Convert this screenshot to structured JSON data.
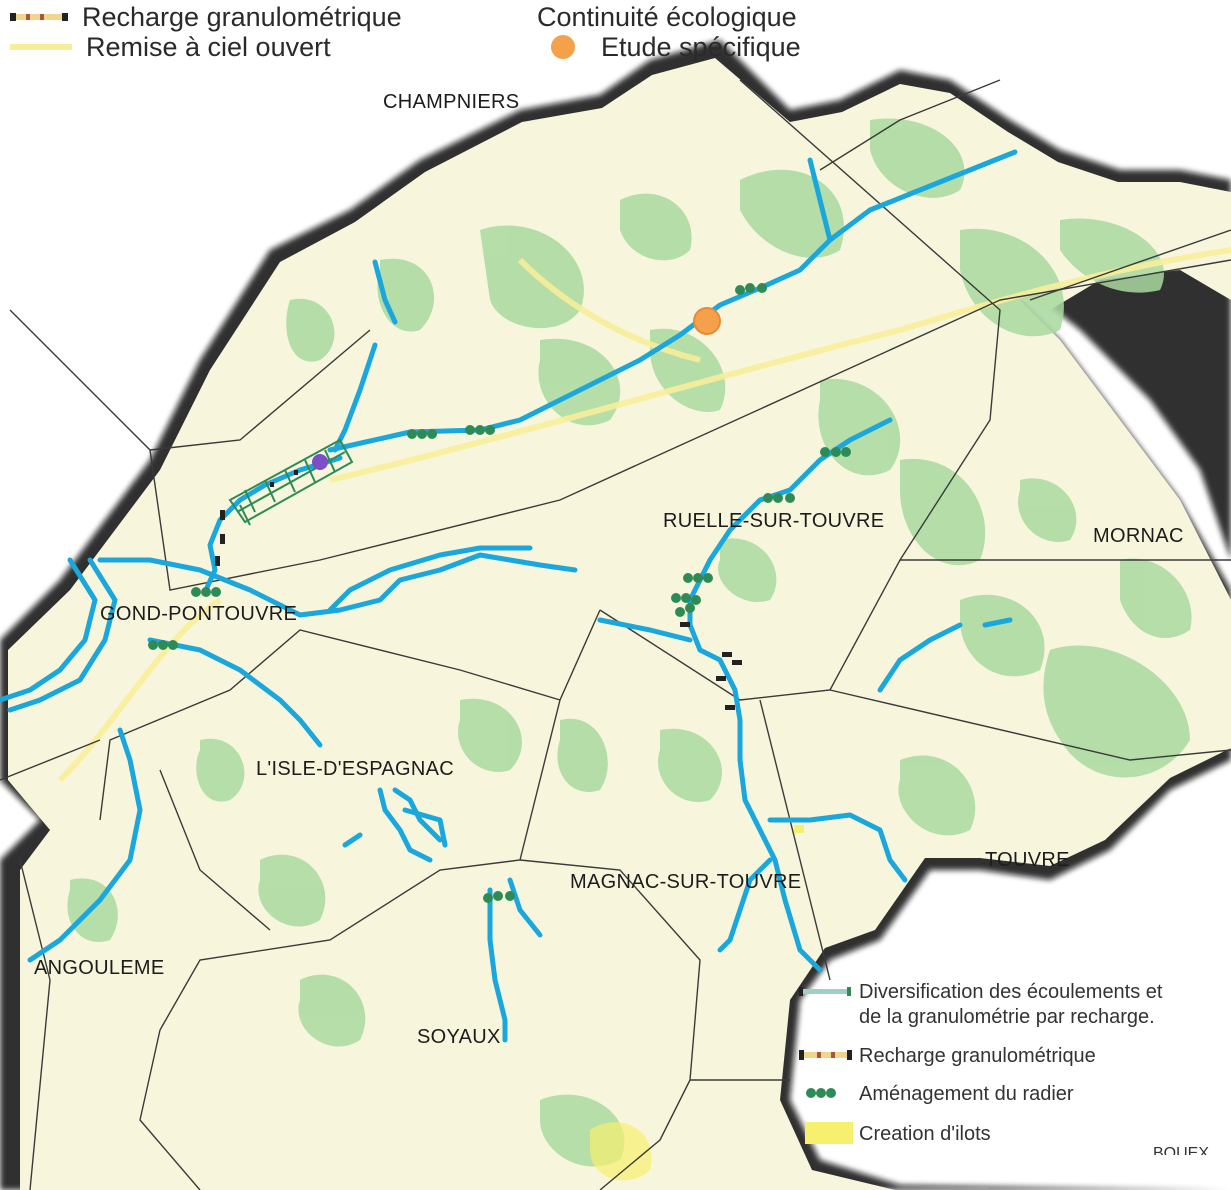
{
  "top_legend": {
    "recharge_label": "Recharge granulométrique",
    "remise_label": "Remise à ciel ouvert",
    "continuite_label": "Continuité écologique",
    "etude_label": "Etude spécifique"
  },
  "places": {
    "champniers": "CHAMPNIERS",
    "ruelle": "RUELLE-SUR-TOUVRE",
    "mornac": "MORNAC",
    "gond": "GOND-PONTOUVRE",
    "isle": "L'ISLE-D'ESPAGNAC",
    "touvre": "TOUVRE",
    "magnac": "MAGNAC-SUR-TOUVRE",
    "angouleme": "ANGOULEME",
    "soyaux": "SOYAUX",
    "bouex_partial": "BOUEX"
  },
  "bottom_legend": {
    "diversification_line1": "Diversification des écoulements et",
    "diversification_line2": "de la granulométrie par recharge.",
    "recharge_label": "Recharge granulométrique",
    "amenagement_label": "Aménagement du radier",
    "creation_label": "Creation d'ilots"
  },
  "colors": {
    "river": "#1aa7dc",
    "land": "#f7f6dc",
    "forest": "#a9d9a0",
    "boundary": "#3a3a3a",
    "radier_marker": "#2e8b57",
    "etude_marker": "#f5a04a",
    "creation_ilots": "#f7ef6e",
    "remise_line": "#f7ee9a",
    "continuite_marker": "#7c4fc8"
  }
}
